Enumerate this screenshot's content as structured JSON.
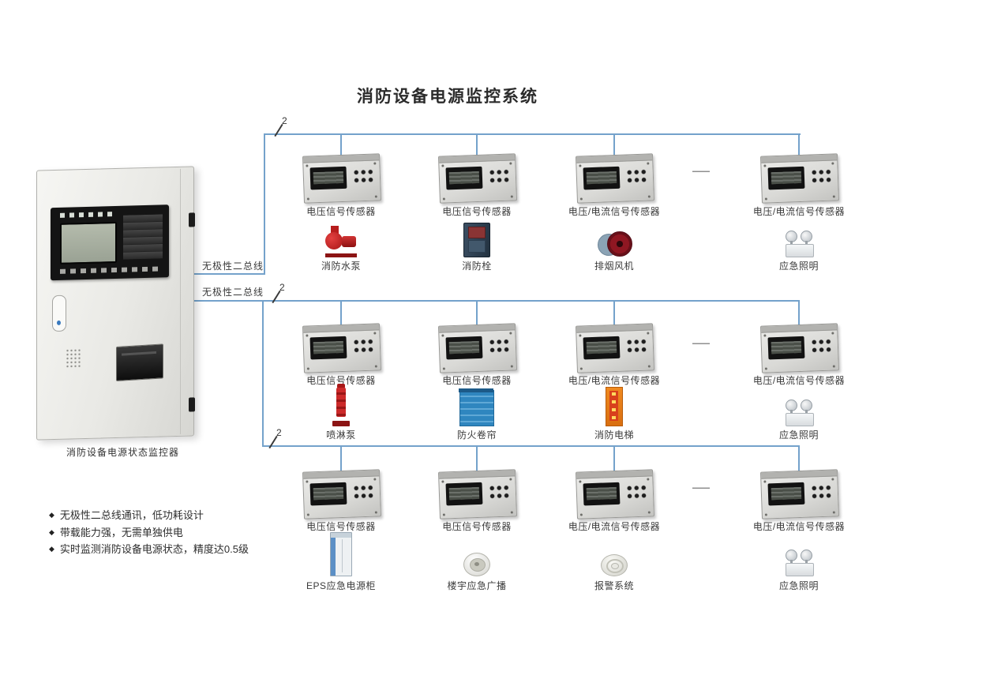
{
  "title": "消防设备电源监控系统",
  "panel": {
    "label": "消防设备电源状态监控器"
  },
  "features": {
    "bullet": "◆",
    "items": [
      "无极性二总线通讯，低功耗设计",
      "带载能力强，无需单独供电",
      "实时监测消防设备电源状态，精度达0.5级"
    ]
  },
  "bus": {
    "label_top": "无极性二总线",
    "label_bottom": "无极性二总线",
    "wire_count": "2",
    "ellipsis": "—",
    "line_color": "#74a2cb"
  },
  "rows": [
    {
      "sensors": [
        "电压信号传感器",
        "电压信号传感器",
        "电压/电流信号传感器",
        "电压/电流信号传感器"
      ],
      "devices": [
        "消防水泵",
        "消防栓",
        "排烟风机",
        "应急照明"
      ]
    },
    {
      "sensors": [
        "电压信号传感器",
        "电压信号传感器",
        "电压/电流信号传感器",
        "电压/电流信号传感器"
      ],
      "devices": [
        "喷淋泵",
        "防火卷帘",
        "消防电梯",
        "应急照明"
      ]
    },
    {
      "sensors": [
        "电压信号传感器",
        "电压信号传感器",
        "电压/电流信号传感器",
        "电压/电流信号传感器"
      ],
      "devices": [
        "EPS应急电源柜",
        "楼宇应急广播",
        "报警系统",
        "应急照明"
      ]
    }
  ]
}
